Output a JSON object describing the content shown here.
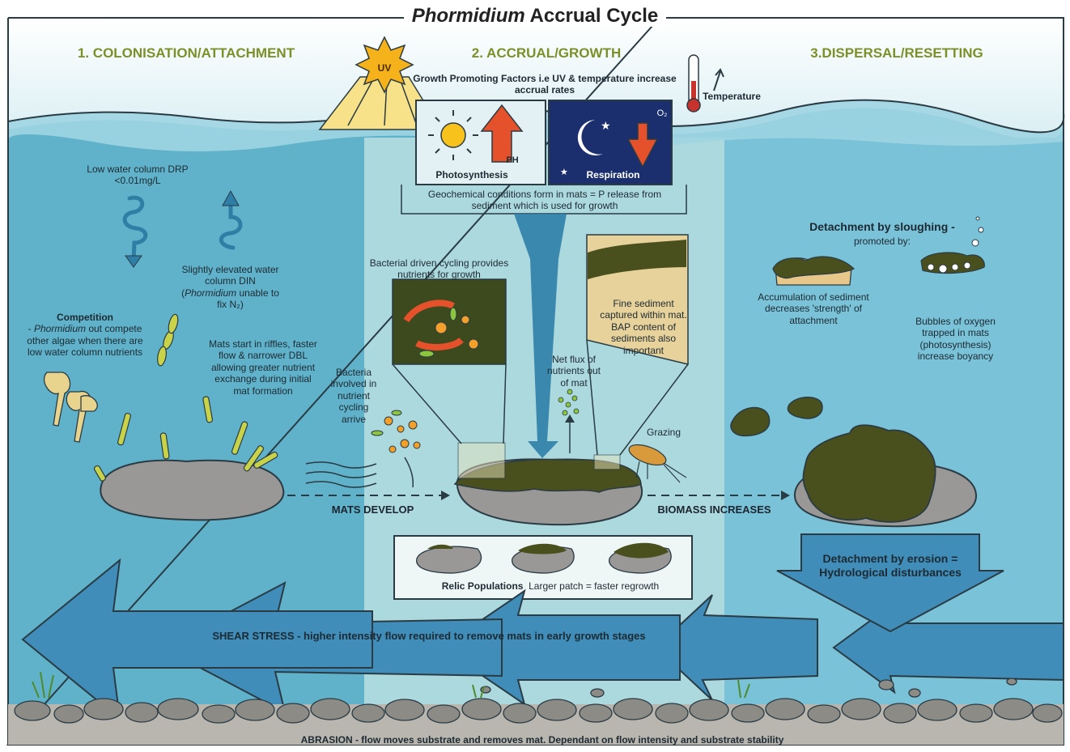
{
  "title": {
    "italic": "Phormidium",
    "rest": "Accrual Cycle"
  },
  "stages": [
    "1. COLONISATION/ATTACHMENT",
    "2. ACCRUAL/GROWTH",
    "3.DISPERSAL/RESETTING"
  ],
  "sun_label": "UV",
  "growth_factors": "Growth Promoting Factors i.e UV & temperature increase accrual rates",
  "temperature_label": "Temperature",
  "photosynthesis": {
    "label": "Photosynthesis",
    "arrow_label": "PH"
  },
  "respiration": {
    "label": "Respiration",
    "arrow_label": "O₂"
  },
  "geochem": "Geochemical conditions form in mats  =  P release from sediment which is used for growth",
  "low_water": "Low water column DRP <0.01mg/L",
  "elevated": {
    "text": "Slightly elevated water column DIN (",
    "italic": "Phormidium",
    "tail": " unable to fix N₂)"
  },
  "competition": {
    "heading": "Competition",
    "dash": "- ",
    "italic": "Phormidium",
    "text": " out compete other algae when there are low water column nutrients"
  },
  "mats_start": "Mats start in riffles, faster flow & narrower DBL allowing greater nutrient exchange during initial mat formation",
  "bacteria_arrive": "Bacteria involved in nutrient cycling arrive",
  "bacterial_cycling": "Bacterial driven cycling provides nutrients for growth",
  "fine_sediment": "Fine sediment captured within mat. BAP content of sediments also important",
  "net_flux": "Net flux of nutrients out of mat",
  "grazing": "Grazing",
  "mats_develop": "MATS DEVELOP",
  "biomass_increases": "BIOMASS INCREASES",
  "relic": {
    "bold": "Relic Populations",
    "rest": "Larger patch = faster regrowth"
  },
  "sloughing": {
    "heading": "Detachment by sloughing -",
    "sub": "promoted by:"
  },
  "accumulation": "Accumulation of sediment decreases 'strength' of attachment",
  "bubbles": "Bubbles of oxygen trapped in mats (photosynthesis) increase boyancy",
  "erosion": "Detachment by erosion = Hydrological disturbances",
  "shear_stress": "SHEAR STRESS - higher intensity flow required to remove mats in early growth stages",
  "abrasion": "ABRASION - flow moves substrate and removes mat. Dependant on flow intensity and substrate stability",
  "colors": {
    "water_left": "#5fb2c9",
    "water_mid": "#b9dfe2",
    "water_right": "#7cc3d8",
    "mat": "#4a4f1e",
    "rock": "#9a9896",
    "stage_green": "#7d8f28",
    "arrow_blue": "#3f8db8",
    "respiration_navy": "#1b2f6e"
  },
  "icons": [
    "sun-icon",
    "thermometer-icon",
    "moon-icon",
    "star-icon",
    "up-arrow-icon",
    "down-arrow-icon",
    "spiral-arrow-icon",
    "bubble-icon",
    "grazer-icon"
  ]
}
